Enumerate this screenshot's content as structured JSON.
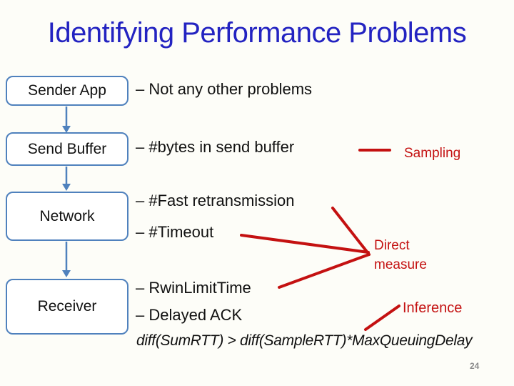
{
  "slide": {
    "title": "Identifying Performance Problems",
    "page_number": "24",
    "background_color": "#fdfdf8"
  },
  "diagram": {
    "boxes": [
      {
        "label": "Sender App"
      },
      {
        "label": "Send Buffer"
      },
      {
        "label": "Network"
      },
      {
        "label": "Receiver"
      }
    ],
    "arrow_color": "#4f81bd",
    "box_border_color": "#4f81bd"
  },
  "bullets": [
    {
      "text": "– Not any other problems"
    },
    {
      "text": "– #bytes in send buffer"
    },
    {
      "text": "– #Fast retransmission"
    },
    {
      "text": "– #Timeout"
    },
    {
      "text": "– RwinLimitTime"
    },
    {
      "text": "– Delayed ACK"
    }
  ],
  "annotations": {
    "sampling": "Sampling",
    "direct_measure": "Direct measure",
    "inference": "Inference",
    "annotation_color": "#c41111"
  },
  "formula": "diff(SumRTT) > diff(SampleRTT)*MaxQueuingDelay",
  "colors": {
    "title": "#2323c1",
    "body_text": "#111111",
    "page_number": "#8a8a8a"
  }
}
